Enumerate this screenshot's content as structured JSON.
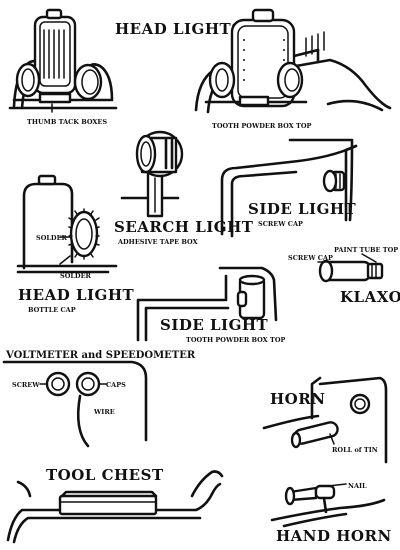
{
  "labels": {
    "head_lights": "HEAD LIGHTS",
    "thumb_tack_boxes": "THUMB TACK BOXES",
    "tooth_powder_box_top_1": "TOOTH POWDER BOX TOP",
    "search_light": "SEARCH LIGHT",
    "adhesive_tape_box": "ADHESIVE TAPE BOX",
    "side_light_1": "SIDE LIGHT",
    "screw_cap_1": "SCREW CAP",
    "head_light": "HEAD LIGHT",
    "bottle_cap": "BOTTLE CAP",
    "solder_1": "SOLDER",
    "solder_2": "SOLDER",
    "screw_cap_2": "SCREW CAP",
    "paint_tube_top": "PAINT TUBE TOP",
    "klaxon": "KLAXON",
    "side_light_2": "SIDE LIGHT",
    "tooth_powder_box_top_2": "TOOTH POWDER BOX TOP",
    "voltmeter_speedometer": "VOLTMETER and SPEEDOMETER",
    "screw": "SCREW",
    "caps": "CAPS",
    "wire": "WIRE",
    "horn": "HORN",
    "roll_of_tin": "ROLL of TIN",
    "tool_chest": "TOOL CHEST",
    "nail": "NAIL",
    "hand_horn": "HAND HORN"
  }
}
